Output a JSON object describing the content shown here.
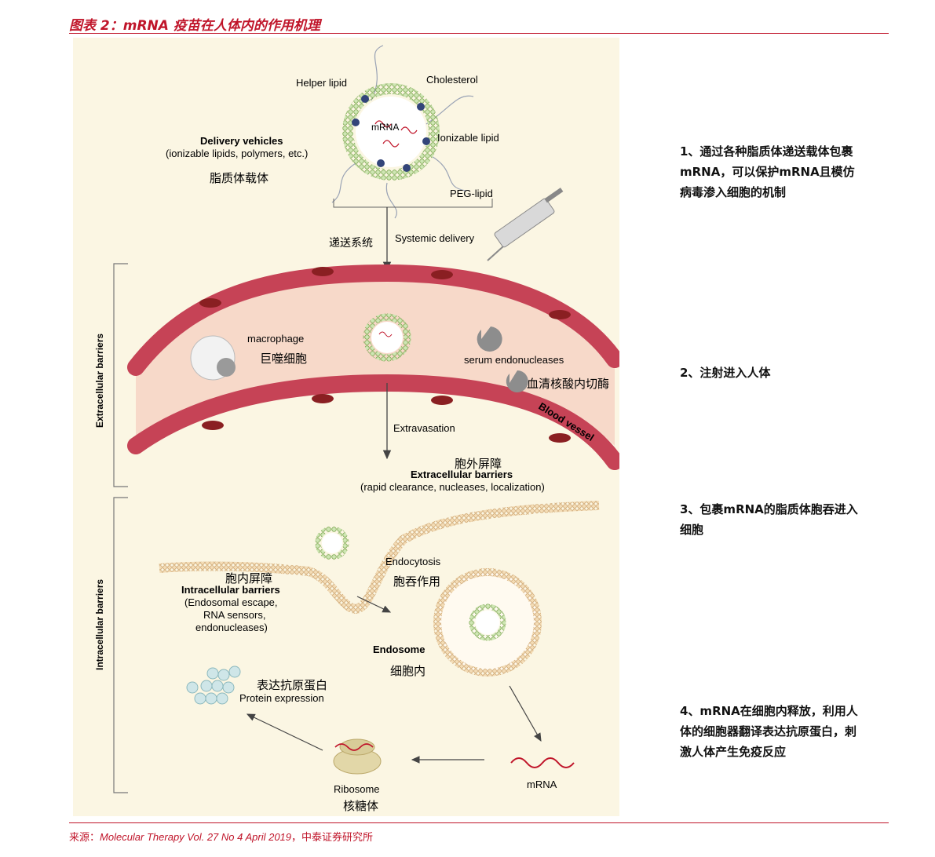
{
  "figure_title": "图表 2：mRNA 疫苗在人体内的作用机理",
  "source": {
    "prefix": "来源：",
    "citation": "Molecular Therapy Vol. 27 No 4 April 2019",
    "suffix": "，中泰证券研究所"
  },
  "colors": {
    "accent": "#c0152a",
    "panel_bg": "#fbf6e3",
    "vessel_fill": "#f7d9c9",
    "cell_red": "#c64356",
    "lipid_green": "#8fc06a",
    "membrane_tan": "#e8c99a"
  },
  "diagram": {
    "helper_lipid": "Helper lipid",
    "cholesterol": "Cholesterol",
    "mrna_inner": "mRNA",
    "ionizable_lipid": "Ionizable lipid",
    "delivery_vehicles": "Delivery vehicles",
    "delivery_sub": "(ionizable lipids, polymers, etc.)",
    "delivery_cn": "脂质体载体",
    "peg_lipid": "PEG-lipid",
    "systemic_cn": "递送系统",
    "systemic_delivery": "Systemic delivery",
    "extracellular_side": "Extracellular barriers",
    "macrophage": "macrophage",
    "macrophage_cn": "巨噬细胞",
    "serum_endonucleases": "serum endonucleases",
    "serum_cn": "血清核酸内切酶",
    "blood_vessel": "Blood vessel",
    "extravasation": "Extravasation",
    "extra_cn": "胞外屏障",
    "extra_title": "Extracellular barriers",
    "extra_sub": "(rapid clearance, nucleases, localization)",
    "intracellular_side": "Intracellular barriers",
    "intra_cn": "胞内屏障",
    "intra_title": "Intracellular barriers",
    "intra_sub1": "(Endosomal escape,",
    "intra_sub2": "RNA sensors,",
    "intra_sub3": "endonucleases)",
    "endocytosis": "Endocytosis",
    "endocytosis_cn": "胞吞作用",
    "endosome": "Endosome",
    "endosome_cn": "细胞内",
    "protein_cn": "表达抗原蛋白",
    "protein_expression": "Protein expression",
    "ribosome": "Ribosome",
    "ribosome_cn": "核糖体",
    "mrna_label": "mRNA"
  },
  "steps": [
    "1、通过各种脂质体递送载体包裹mRNA，可以保护mRNA且模仿病毒渗入细胞的机制",
    "2、注射进入人体",
    "3、包裹mRNA的脂质体胞吞进入细胞",
    "4、mRNA在细胞内释放，利用人体的细胞器翻译表达抗原蛋白，刺激人体产生免疫反应"
  ]
}
